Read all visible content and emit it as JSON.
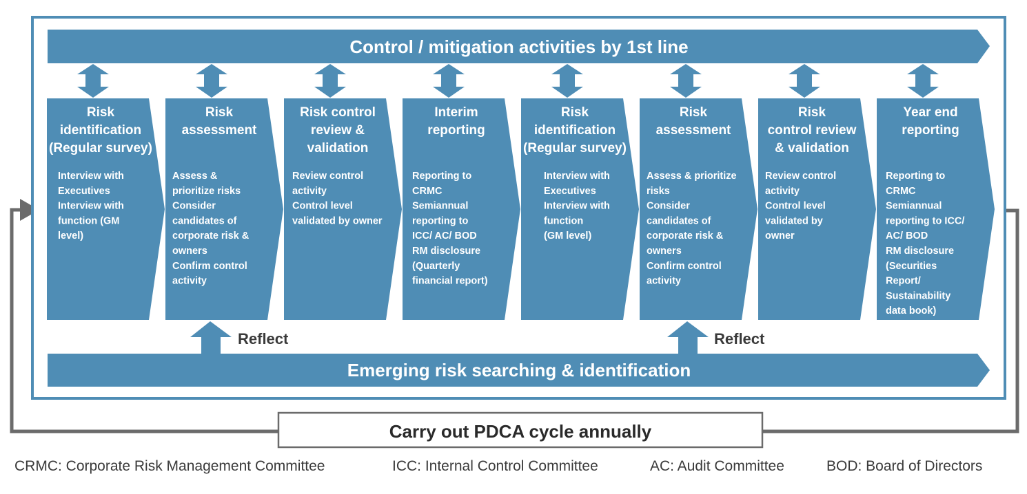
{
  "colors": {
    "primary": "#4f8db5",
    "frame": "#4f8db5",
    "loop_line": "#6b6b6b",
    "text_light": "#ffffff",
    "text_dark": "#333333"
  },
  "top_band": {
    "label": "Control / mitigation activities by 1st line"
  },
  "bottom_band": {
    "label": "Emerging risk searching & identification"
  },
  "steps": [
    {
      "title": [
        "Risk",
        "identification",
        "(Regular survey)"
      ],
      "body": [
        "Interview with",
        "Executives",
        "Interview with",
        "function (GM",
        "level)"
      ]
    },
    {
      "title": [
        "Risk",
        "assessment"
      ],
      "body": [
        "Assess &",
        "prioritize risks",
        "Consider",
        "candidates of",
        "corporate risk &",
        "owners",
        "Confirm control",
        "activity"
      ]
    },
    {
      "title": [
        "Risk control",
        "review &",
        "validation"
      ],
      "body": [
        "Review control",
        "activity",
        "Control level",
        "validated by owner"
      ]
    },
    {
      "title": [
        "Interim",
        "reporting"
      ],
      "body": [
        "Reporting to",
        "CRMC",
        "Semiannual",
        "reporting to",
        "ICC/ AC/ BOD",
        "RM disclosure",
        "(Quarterly",
        "financial report)"
      ]
    },
    {
      "title": [
        "Risk",
        "identification",
        "(Regular survey)"
      ],
      "body": [
        "Interview with",
        "Executives",
        "Interview with",
        "function",
        "(GM level)"
      ]
    },
    {
      "title": [
        "Risk",
        "assessment"
      ],
      "body": [
        "Assess & prioritize",
        "risks",
        "Consider",
        "candidates of",
        "corporate risk &",
        "owners",
        "Confirm control",
        "activity"
      ]
    },
    {
      "title": [
        "Risk",
        "control  review",
        "& validation"
      ],
      "body": [
        "Review control",
        "activity",
        "Control level",
        "validated by",
        "owner"
      ]
    },
    {
      "title": [
        "Year end",
        "reporting"
      ],
      "body": [
        "Reporting to",
        "CRMC",
        "Semiannual",
        "reporting to ICC/",
        "AC/ BOD",
        "RM disclosure",
        "(Securities",
        "Report/",
        "Sustainability",
        "data book)"
      ]
    }
  ],
  "reflect_labels": [
    "Reflect",
    "Reflect"
  ],
  "pdca_label": "Carry out PDCA cycle annually",
  "legend": [
    "CRMC: Corporate Risk Management Committee",
    "ICC: Internal Control Committee",
    "AC: Audit Committee",
    "BOD: Board of Directors"
  ],
  "icons": {
    "double_arrow": "double-vertical-arrow-icon",
    "up_arrow": "up-arrow-icon",
    "loop_arrow": "right-arrowhead-icon"
  }
}
